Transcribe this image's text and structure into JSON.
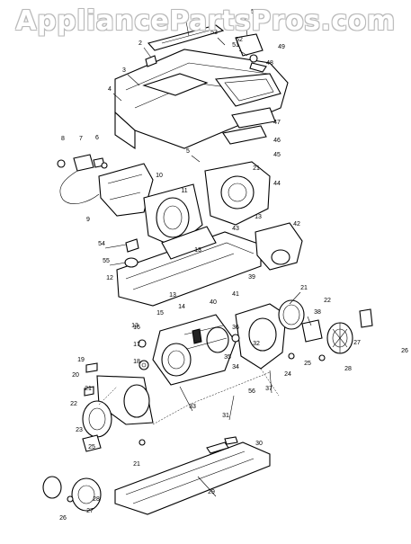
{
  "watermark": "AppliancePartsPros.com",
  "part_callouts": [
    "1",
    "2",
    "3",
    "4",
    "5",
    "6",
    "7",
    "8",
    "9",
    "10",
    "11",
    "12",
    "13",
    "14",
    "15",
    "16",
    "17",
    "18",
    "19",
    "20",
    "21",
    "22",
    "23",
    "24",
    "25",
    "26",
    "27",
    "28",
    "29",
    "30",
    "31",
    "32",
    "33",
    "34",
    "35",
    "36",
    "37",
    "38",
    "39",
    "40",
    "41",
    "42",
    "43",
    "44",
    "45",
    "46",
    "47",
    "48",
    "49",
    "50",
    "51",
    "52",
    "53",
    "54",
    "55",
    "56"
  ],
  "labels": [
    {
      "text": "1"
    },
    {
      "text": "2"
    },
    {
      "text": "3"
    },
    {
      "text": "4"
    },
    {
      "text": "5"
    },
    {
      "text": "6"
    },
    {
      "text": "7"
    },
    {
      "text": "8"
    },
    {
      "text": "9"
    },
    {
      "text": "10"
    },
    {
      "text": "11"
    },
    {
      "text": "12"
    },
    {
      "text": "13"
    },
    {
      "text": "13"
    },
    {
      "text": "13"
    },
    {
      "text": "13"
    },
    {
      "text": "14"
    },
    {
      "text": "15"
    },
    {
      "text": "16"
    },
    {
      "text": "17"
    },
    {
      "text": "18"
    },
    {
      "text": "19"
    },
    {
      "text": "20"
    },
    {
      "text": "21"
    },
    {
      "text": "21"
    },
    {
      "text": "21"
    },
    {
      "text": "21"
    },
    {
      "text": "22"
    },
    {
      "text": "22"
    },
    {
      "text": "23"
    },
    {
      "text": "24"
    },
    {
      "text": "25"
    },
    {
      "text": "25"
    },
    {
      "text": "26"
    },
    {
      "text": "26"
    },
    {
      "text": "27"
    },
    {
      "text": "27"
    },
    {
      "text": "28"
    },
    {
      "text": "28"
    },
    {
      "text": "29"
    },
    {
      "text": "30"
    },
    {
      "text": "31"
    },
    {
      "text": "32"
    },
    {
      "text": "33"
    },
    {
      "text": "34"
    },
    {
      "text": "35"
    },
    {
      "text": "36"
    },
    {
      "text": "37"
    },
    {
      "text": "38"
    },
    {
      "text": "39"
    },
    {
      "text": "40"
    },
    {
      "text": "41"
    },
    {
      "text": "42"
    },
    {
      "text": "43"
    },
    {
      "text": "44"
    },
    {
      "text": "45"
    },
    {
      "text": "46"
    },
    {
      "text": "47"
    },
    {
      "text": "48"
    },
    {
      "text": "49"
    },
    {
      "text": "50"
    },
    {
      "text": "51"
    },
    {
      "text": "52"
    },
    {
      "text": "53"
    },
    {
      "text": "54"
    },
    {
      "text": "55"
    },
    {
      "text": "56"
    }
  ]
}
